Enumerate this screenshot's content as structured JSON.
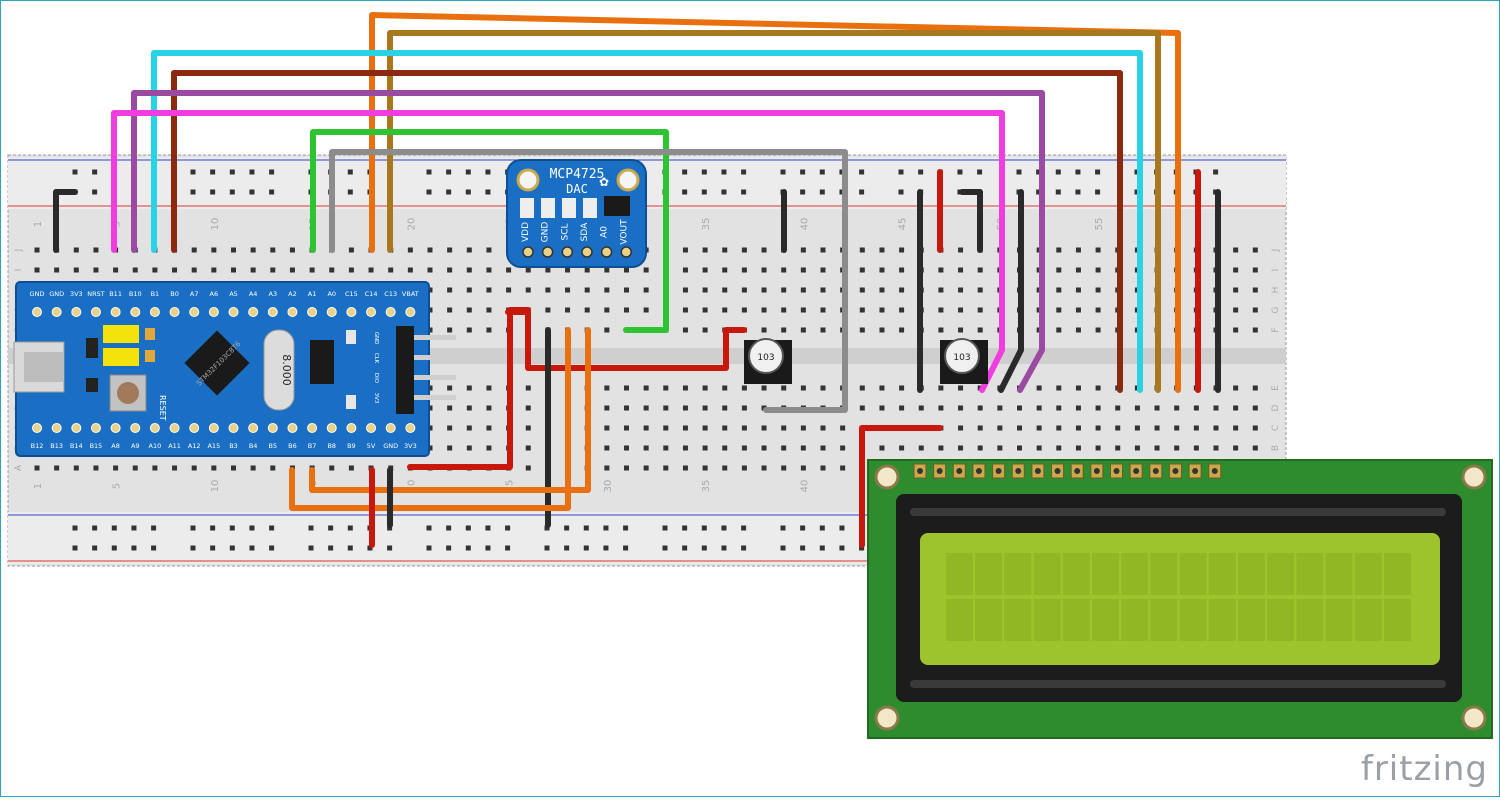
{
  "breadboard": {
    "row_labels": [
      "J",
      "I",
      "H",
      "G",
      "F",
      "E",
      "D",
      "C",
      "B",
      "A"
    ],
    "column_numbers": [
      "1",
      "5",
      "10",
      "15",
      "20",
      "25",
      "30",
      "35",
      "40",
      "45",
      "50",
      "55"
    ]
  },
  "mcu": {
    "top_pins": [
      "GND",
      "GND",
      "3V3",
      "NRST",
      "B11",
      "B10",
      "B1",
      "B0",
      "A7",
      "A6",
      "A5",
      "A4",
      "A3",
      "A2",
      "A1",
      "A0",
      "C15",
      "C14",
      "C13",
      "VBAT"
    ],
    "bottom_pins": [
      "B12",
      "B13",
      "B14",
      "B15",
      "A8",
      "A9",
      "A10",
      "A11",
      "A12",
      "A15",
      "B3",
      "B4",
      "B5",
      "B6",
      "B7",
      "B8",
      "B9",
      "5V",
      "GND",
      "3V3"
    ],
    "chip_label": "STM32F103C8T6",
    "crystal_label": "8.000",
    "reset_label": "RESET",
    "header_pins": [
      "GND",
      "CLK",
      "DIO",
      "3V3"
    ]
  },
  "dac": {
    "title": "MCP4725",
    "subtitle": "DAC",
    "pins": [
      "VDD",
      "GND",
      "SCL",
      "SDA",
      "A0",
      "VOUT"
    ]
  },
  "potentiometer": {
    "label": "103"
  },
  "colors": {
    "board_blue": "#1a6fc4",
    "lcd_green": "#2e8b2e",
    "lcd_screen": "#9dc42c",
    "wire_red": "#c8170d",
    "wire_black": "#2a2a2a",
    "wire_orange": "#e8700f",
    "wire_gray": "#8c8c8c",
    "wire_cyan": "#29d3e6",
    "wire_magenta": "#f03de0",
    "wire_purple": "#9a4aa0",
    "wire_brown": "#8b2a10",
    "wire_tan": "#a8781e",
    "wire_green": "#2ec431"
  },
  "branding": {
    "logo": "fritzing"
  }
}
